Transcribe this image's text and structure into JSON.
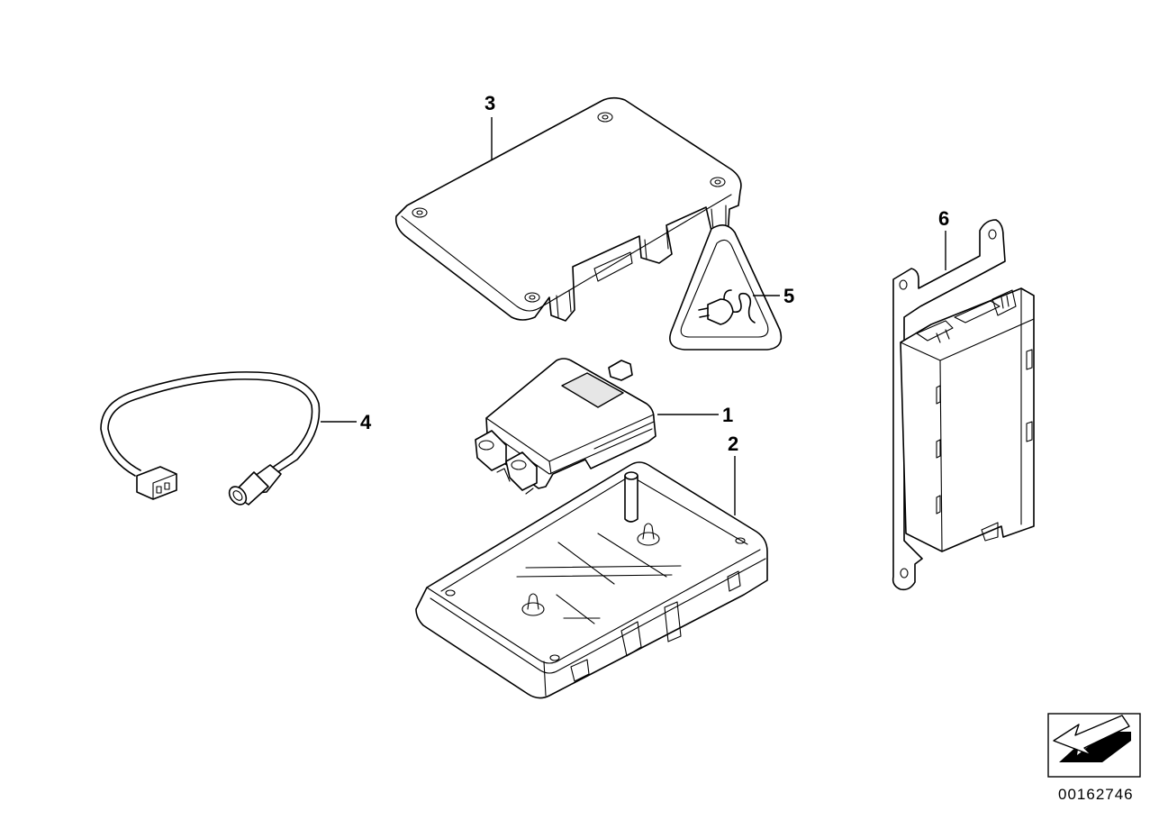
{
  "callouts": {
    "p1": "1",
    "p2": "2",
    "p3": "3",
    "p4": "4",
    "p5": "5",
    "p6": "6"
  },
  "document_number": "00162746",
  "icons": {
    "warning_symbol": "electrical-plug-warning-icon",
    "view_direction": "view-direction-arrow-icon"
  }
}
